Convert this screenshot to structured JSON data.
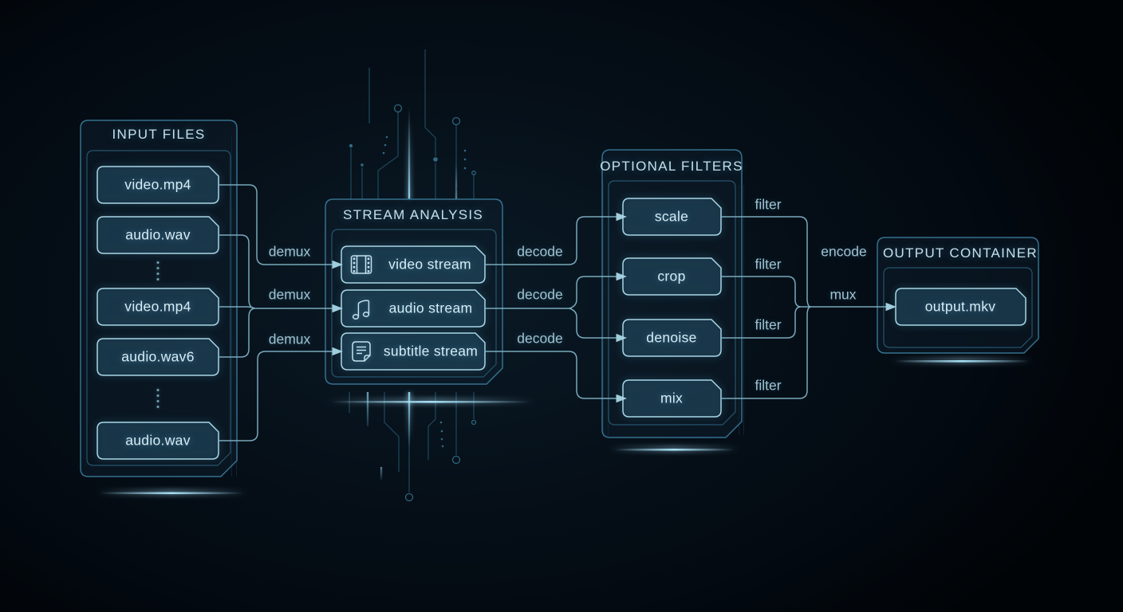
{
  "colors": {
    "background": "#020609",
    "panel_stroke": "#35718e",
    "box_stroke": "#a9d6e6",
    "wire": "#7fb1c4",
    "text": "#d6ecf5",
    "edge_label": "#9fc3d2",
    "glow": "#7fe0ff"
  },
  "input_panel": {
    "title": "INPUT FILES",
    "files": [
      "video.mp4",
      "audio.wav",
      "video.mp4",
      "audio.wav6",
      "audio.wav"
    ]
  },
  "stream_panel": {
    "title": "STREAM ANALYSIS",
    "streams": [
      {
        "icon": "film-strip-icon",
        "label": "video stream"
      },
      {
        "icon": "music-note-icon",
        "label": "audio stream"
      },
      {
        "icon": "subtitle-document-icon",
        "label": "subtitle stream"
      }
    ]
  },
  "filters_panel": {
    "title": "OPTIONAL FILTERS",
    "filters": [
      "scale",
      "crop",
      "denoise",
      "mix"
    ]
  },
  "output_panel": {
    "title": "OUTPUT CONTAINER",
    "file": "output.mkv"
  },
  "edge_labels": {
    "demux": [
      "demux",
      "demux",
      "demux"
    ],
    "decode": [
      "decode",
      "decode",
      "decode"
    ],
    "filter": [
      "filter",
      "filter",
      "filter",
      "filter"
    ],
    "encode": "encode",
    "mux": "mux"
  }
}
